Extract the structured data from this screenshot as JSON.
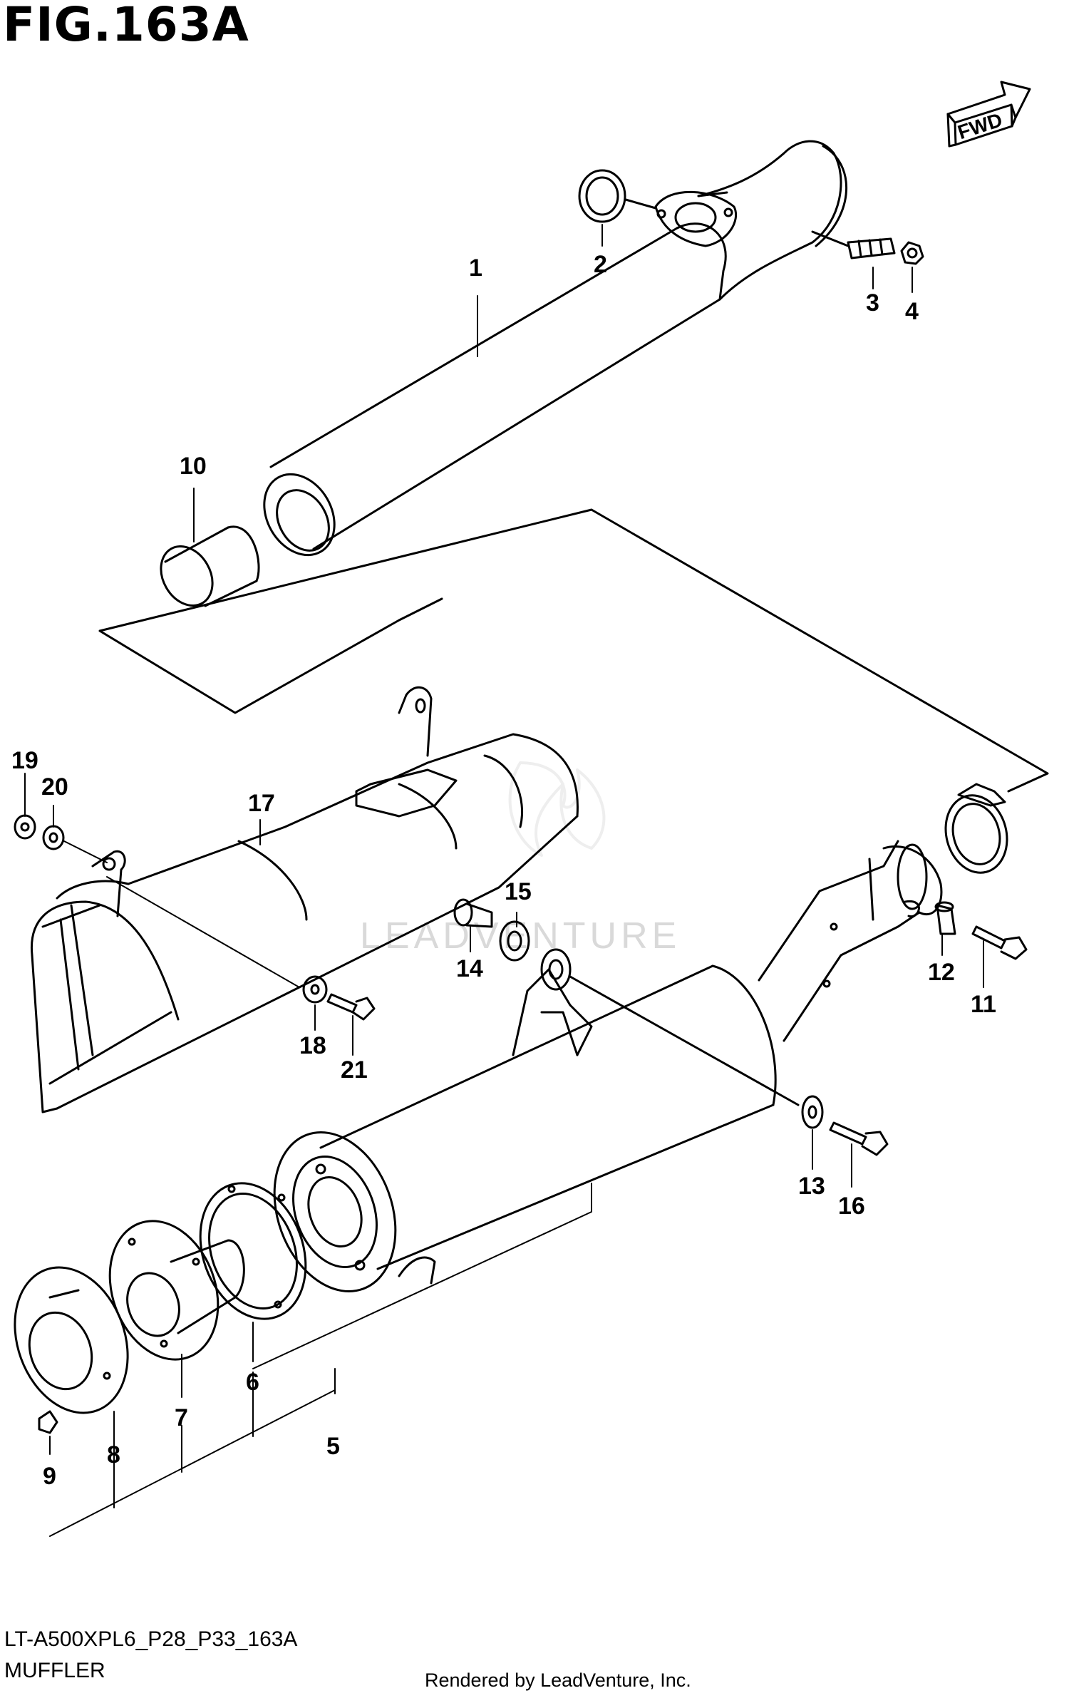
{
  "header": {
    "title": "FIG.163A"
  },
  "footer": {
    "model_code": "LT-A500XPL6_P28_P33_163A",
    "section_name": "MUFFLER",
    "credit": "Rendered by LeadVenture, Inc."
  },
  "watermark": {
    "text": "LEADVENTURE",
    "color": "#d9d9d9"
  },
  "fwd_label": "FWD",
  "callouts": [
    "1",
    "2",
    "3",
    "4",
    "5",
    "6",
    "7",
    "8",
    "9",
    "10",
    "11",
    "12",
    "13",
    "14",
    "15",
    "16",
    "17",
    "18",
    "19",
    "20",
    "21"
  ]
}
